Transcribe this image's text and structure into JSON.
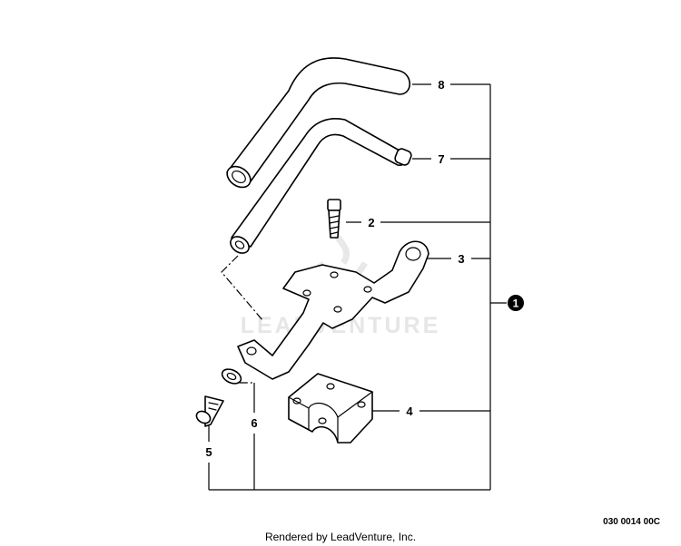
{
  "diagram": {
    "watermark": "LEADVENTURE",
    "callouts": {
      "assembly": "1",
      "bolt_upper": "2",
      "lever": "3",
      "clamp": "4",
      "bolt_lower": "5",
      "washer": "6",
      "grip_inner": "7",
      "grip_outer": "8"
    },
    "diagram_code": "030 0014 00C",
    "footer": "Rendered by LeadVenture, Inc."
  }
}
